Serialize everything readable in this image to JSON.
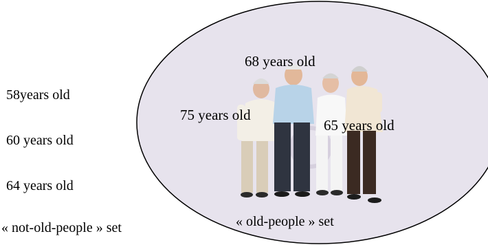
{
  "outside_ages": [
    "58years old",
    "60 years old",
    "64 years old"
  ],
  "outside_set_label": "« not-old-people » set",
  "inside_ages": {
    "top": "68 years old",
    "left": "75 years old",
    "right": "65 years old"
  },
  "inside_set_label": "« old-people » set",
  "colors": {
    "ellipse_fill": "#e7e3ed",
    "ellipse_stroke": "#000000"
  }
}
